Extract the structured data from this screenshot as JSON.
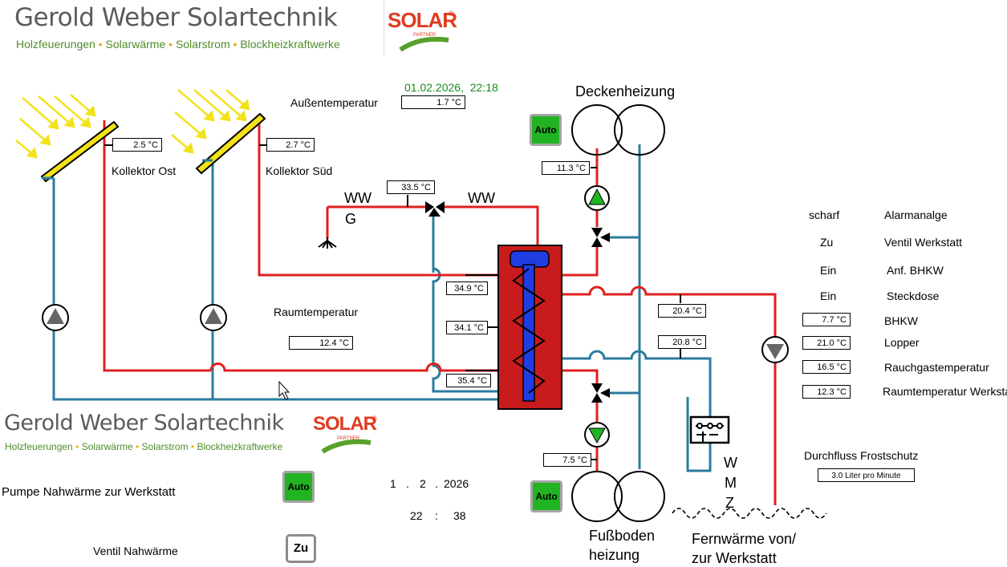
{
  "header": {
    "company": "Gerold Weber Solartechnik",
    "tagline": [
      "Holzfeuerungen",
      "Solarwärme",
      "Solarstrom",
      "Blockheizkraftwerke"
    ],
    "logo_text": "SOLAR",
    "logo_sub": "PARTNER",
    "logo_reg": "®"
  },
  "timestamp": "01.02.2026,  22:18",
  "outdoor": {
    "label": "Außentemperatur",
    "value": "1.7 °C"
  },
  "collectors": {
    "east": {
      "label": "Kollektor Ost",
      "value": "2.5 °C"
    },
    "south": {
      "label": "Kollektor Süd",
      "value": "2.7 °C"
    }
  },
  "hot_water": {
    "mixer_value": "33.5 °C",
    "label_left": "WW",
    "label_left_sub": "G",
    "label_right": "WW"
  },
  "room": {
    "label": "Raumtemperatur",
    "value": "12.4 °C"
  },
  "storage": {
    "top": "34.9 °C",
    "mid": "34.1 °C",
    "bottom": "35.4 °C"
  },
  "ceiling_heating": {
    "label": "Deckenheizung",
    "mode": "Auto",
    "value": "11.3 °C"
  },
  "floor_heating": {
    "label_line1": "Fußboden",
    "label_line2": "heizung",
    "mode": "Auto",
    "value": "7.5 °C"
  },
  "district": {
    "return_temp": "20.4 °C",
    "flow_temp": "20.8 °C",
    "label_line1": "Fernwärme von/",
    "label_line2": "zur Werkstatt",
    "meter": [
      "W",
      "M",
      "Z"
    ]
  },
  "status_panel": [
    {
      "state": "scharf",
      "label": "Alarmanalge"
    },
    {
      "state": "Zu",
      "label": "Ventil Werkstatt"
    },
    {
      "state": "Ein",
      "label": "Anf. BHKW"
    },
    {
      "state": "Ein",
      "label": "Steckdose"
    }
  ],
  "temp_panel": [
    {
      "value": "7.7 °C",
      "label": "BHKW"
    },
    {
      "value": "21.0 °C",
      "label": "Lopper"
    },
    {
      "value": "16.5 °C",
      "label": "Rauchgastemperatur"
    },
    {
      "value": "12.3 °C",
      "label": "Raumtemperatur Werkstatt"
    }
  ],
  "frost": {
    "label": "Durchfluss Frostschutz",
    "value": "3.0 Liter pro Minute"
  },
  "workshop": {
    "pump_label": "Pumpe  Nahwärme zur Werkstatt",
    "pump_mode": "Auto",
    "valve_label": "Ventil Nahwärme",
    "valve_state": "Zu",
    "date_day": "1",
    "date_month": "2",
    "date_year": "2026",
    "time_hour": "22",
    "time_min": "38",
    "date_sep": ".",
    "time_sep": ":"
  },
  "colors": {
    "hot": "#e02020",
    "cold": "#2b7c9e",
    "tank": "#c81c1c",
    "coil": "#1f3de0",
    "green": "#22b322",
    "collector": "#f2e21a"
  }
}
